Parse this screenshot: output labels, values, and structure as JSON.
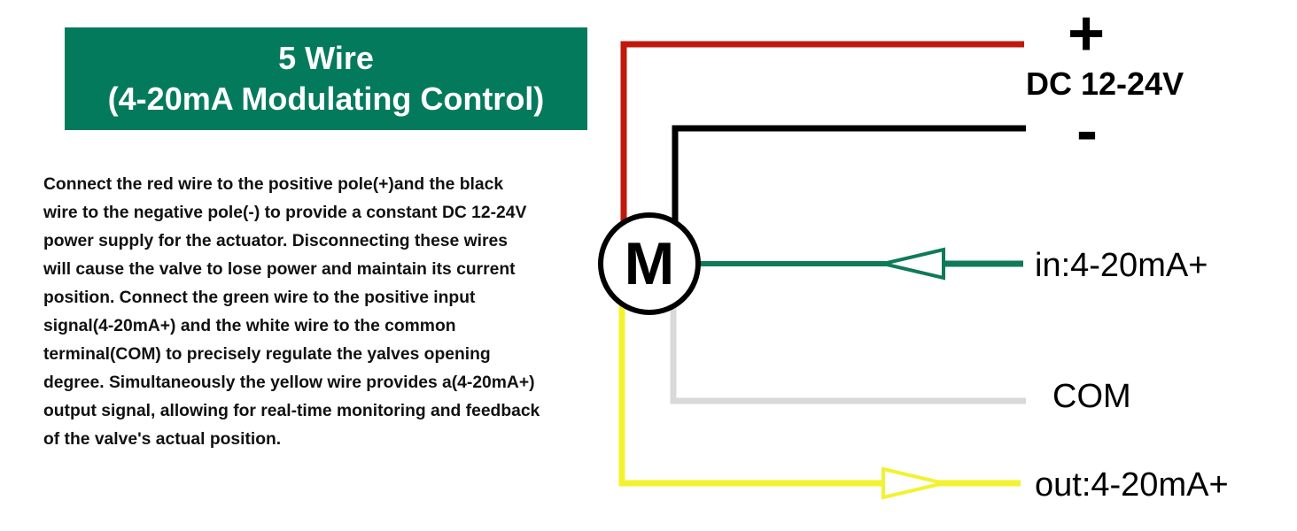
{
  "title": {
    "line1": "5 Wire",
    "line2": "(4-20mA Modulating Control)"
  },
  "description_lines": [
    "Connect the red wire to the positive pole(+)and the black",
    "wire to the negative pole(-) to provide a constant DC 12-24V",
    "power supply for the actuator. Disconnecting these wires",
    "will cause the valve to lose power and maintain its current",
    "position. Connect the green wire to the positive input",
    "signal(4-20mA+) and the white wire to the common",
    "terminal(COM) to precisely regulate the yalves opening",
    "degree. Simultaneously the yellow wire provides a(4-20mA+)",
    "output signal, allowing for real-time monitoring and feedback",
    "of the valve's actual position."
  ],
  "motor": {
    "letter": "M"
  },
  "terminals": {
    "plus": "+",
    "supply": "DC 12-24V",
    "minus": "-",
    "input": "in:4-20mA+",
    "common": "COM",
    "output": "out:4-20mA+"
  },
  "colors": {
    "title_background": "#047a5c",
    "red_wire": "#c0180c",
    "black_wire": "#000000",
    "green_wire": "#0f7a58",
    "white_wire": "#d9d9d9",
    "yellow_wire": "#f2f230"
  }
}
